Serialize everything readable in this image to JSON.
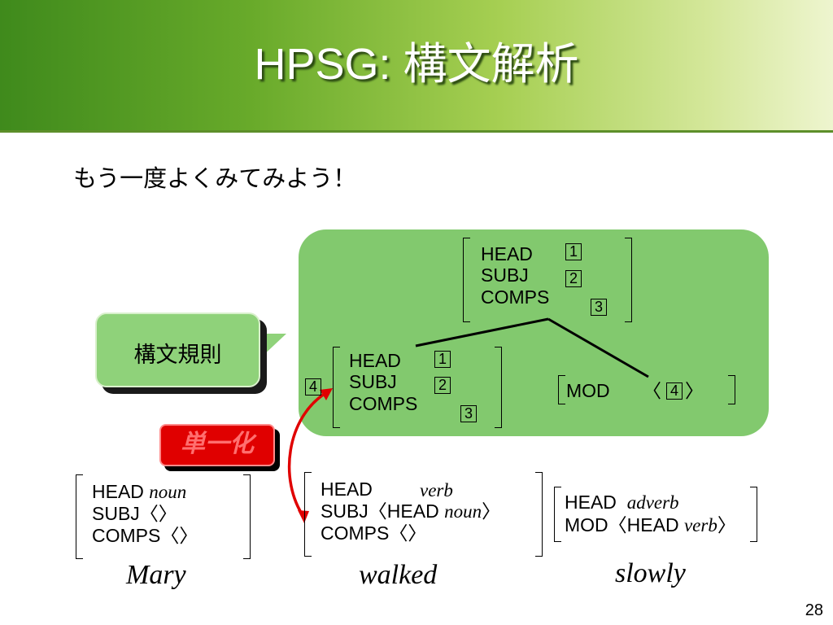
{
  "title": "HPSG: 構文解析",
  "subtitle": "もう一度よくみてみよう！",
  "page_number": "28",
  "callout": "構文規則",
  "unification": "単一化",
  "parent_avm": {
    "head": "HEAD",
    "subj": "SUBJ",
    "comps": "COMPS",
    "tag_head": "1",
    "tag_subj": "2",
    "tag_comps": "3"
  },
  "head_daughter": {
    "outer_tag": "4",
    "head": "HEAD",
    "subj": "SUBJ",
    "comps": "COMPS",
    "tag_head": "1",
    "tag_subj": "2",
    "tag_comps": "3"
  },
  "mod_daughter": {
    "mod": "MOD",
    "open": "〈",
    "tag": "4",
    "close": "〉"
  },
  "lexicon": {
    "mary": {
      "head_label": "HEAD",
      "head_value": "noun",
      "subj": "SUBJ〈〉",
      "comps": "COMPS〈〉",
      "word": "Mary"
    },
    "walked": {
      "head_label": "HEAD",
      "head_value": "verb",
      "subj_label": "SUBJ〈HEAD",
      "subj_value": "noun",
      "subj_close": "〉",
      "comps": "COMPS〈〉",
      "word": "walked"
    },
    "slowly": {
      "head_label": "HEAD",
      "head_value": "adverb",
      "mod_label": "MOD〈HEAD",
      "mod_value": "verb",
      "mod_close": "〉",
      "word": "slowly"
    }
  },
  "colors": {
    "header_green": "#68aa2a",
    "box_green": "#82c96e",
    "callout_green": "#8fd27a",
    "unify_red": "#e00000",
    "arrow_red": "#e00000"
  }
}
